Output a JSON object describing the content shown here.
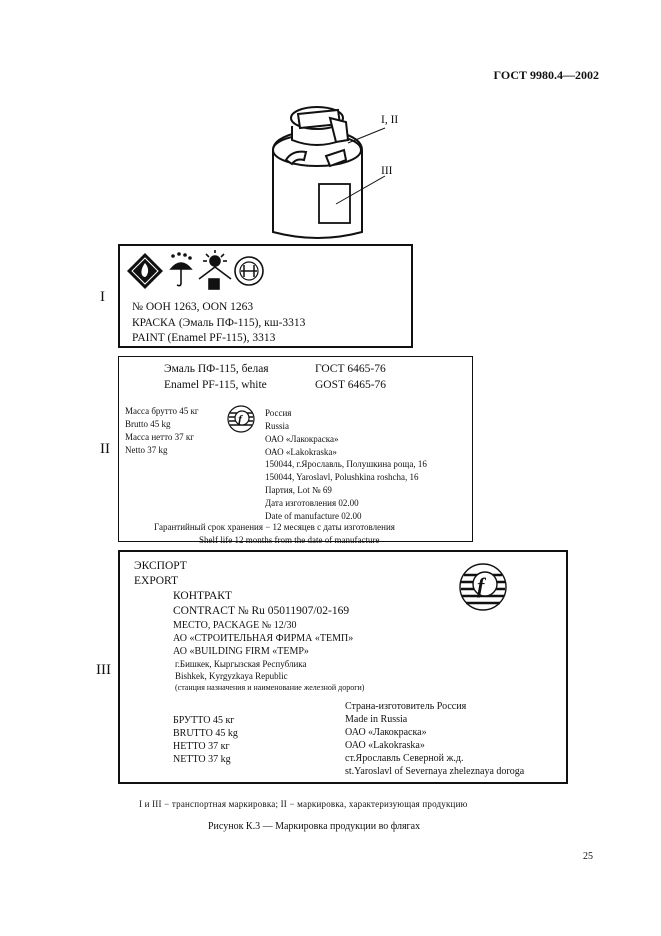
{
  "header": {
    "standard": "ГОСТ 9980.4—2002"
  },
  "drawing": {
    "label_1_2": "I, II",
    "label_3": "III"
  },
  "box1": {
    "roman": "I",
    "line1": "№ OOH 1263, OON 1263",
    "line2": "КРАСКА (Эмаль ПФ-115), кш-3313",
    "line3": "PAINT (Enamel PF-115), 3313"
  },
  "box2": {
    "roman": "II",
    "name_ru": "Эмаль ПФ-115, белая",
    "name_en": "Enamel PF-115, white",
    "gost_ru": "ГОСТ 6465-76",
    "gost_en": "GOST 6465-76",
    "weights": [
      "Масса брутто 45 кг",
      "Brutto 45 kg",
      "Масса нетто 37 кг",
      "Netto 37 kg"
    ],
    "origin": [
      "Россия",
      "Russia",
      "ОАО «Лакокраска»",
      "ОАО «Lakokraska»",
      "150044, г.Ярославль, Полушкина роща, 16",
      "150044, Yaroslavl, Polushkina roshcha, 16",
      "Партия, Lot № 69",
      "Дата изготовления 02.00",
      "Date of manufacture 02.00"
    ],
    "shelf_ru": "Гарантийный срок хранения − 12 месяцев с даты изготовления",
    "shelf_en": "Shelf life 12 months from the date of manufacture"
  },
  "box3": {
    "roman": "III",
    "export_ru": "ЭКСПОРТ",
    "export_en": "EXPORT",
    "contract_ru": "КОНТРАКТ",
    "contract_en": "CONTRACT № Ru 05011907/02-169",
    "place": "МЕСТО, PACKAGE № 12/30",
    "firm_ru": "АО «СТРОИТЕЛЬНАЯ ФИРМА «ТЕМП»",
    "firm_en": "АО «BUILDING FIRM «TEMP»",
    "city_ru": "г.Бишкек, Кыргызская Республика",
    "city_en": "Bishkek, Kyrgyzkaya Republic",
    "station_note": "(станция назначения и наименование железной дороги)",
    "weights": [
      "БРУТТО 45 кг",
      "BRUTTO 45 kg",
      "НЕТТО 37 кг",
      "NETTO 37 kg"
    ],
    "origin": [
      "Страна-изготовитель Россия",
      "Made in Russia",
      "ОАО «Лакокраска»",
      "ОАО «Lakokraska»",
      "ст.Ярославль Северной ж.д.",
      "st.Yaroslavl of Severnaya zheleznaya doroga"
    ]
  },
  "footnote": "I и III − транспортная маркировка; II − маркировка, характеризующая продукцию",
  "caption": "Рисунок К.3 — Маркировка продукции во флягах",
  "page_number": "25"
}
